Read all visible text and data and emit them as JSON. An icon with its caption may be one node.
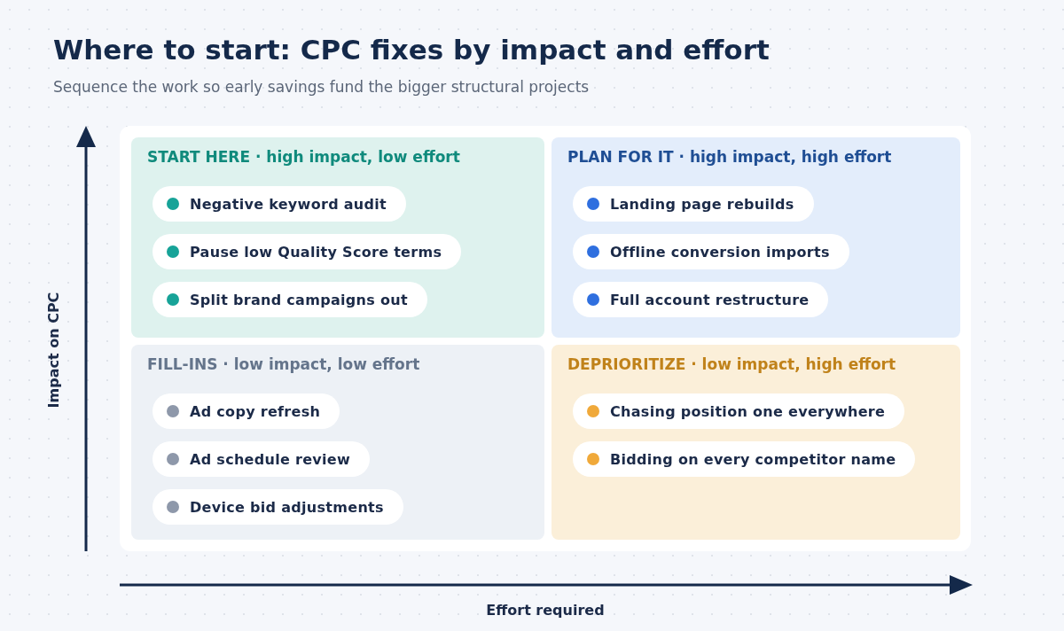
{
  "diagram": {
    "title": "Where to start: CPC fixes by impact and effort",
    "nodes": [
      {
        "text": [
          "START HERE · high impact, low effort"
        ]
      },
      {
        "text": [
          "Negative keyword audit"
        ],
        "in": 0
      },
      {
        "text": [
          "Pause low Quality Score terms"
        ],
        "in": 0
      },
      {
        "text": [
          "Split brand campaigns out"
        ],
        "in": 0
      },
      {
        "text": [
          "PLAN FOR IT · high impact, high effort"
        ]
      },
      {
        "text": [
          "Landing page rebuilds"
        ],
        "in": 4
      },
      {
        "text": [
          "Offline conversion imports"
        ],
        "in": 4
      },
      {
        "text": [
          "Full account restructure"
        ],
        "in": 4
      },
      {
        "text": [
          "FILL-INS · low impact, low effort"
        ]
      },
      {
        "text": [
          "Ad copy refresh"
        ],
        "in": 8
      },
      {
        "text": [
          "Ad schedule review"
        ],
        "in": 8
      },
      {
        "text": [
          "Device bid adjustments"
        ],
        "in": 8
      },
      {
        "text": [
          "DEPRIORITIZE · low impact, high effort"
        ]
      },
      {
        "text": [
          "Chasing position one everywhere"
        ],
        "in": 12
      },
      {
        "text": [
          "Bidding on every competitor name"
        ],
        "in": 12
      }
    ],
    "labels": [
      "Sequence the work so early savings fund the bigger structural projects",
      "Impact on CPC",
      "Effort required"
    ]
  }
}
